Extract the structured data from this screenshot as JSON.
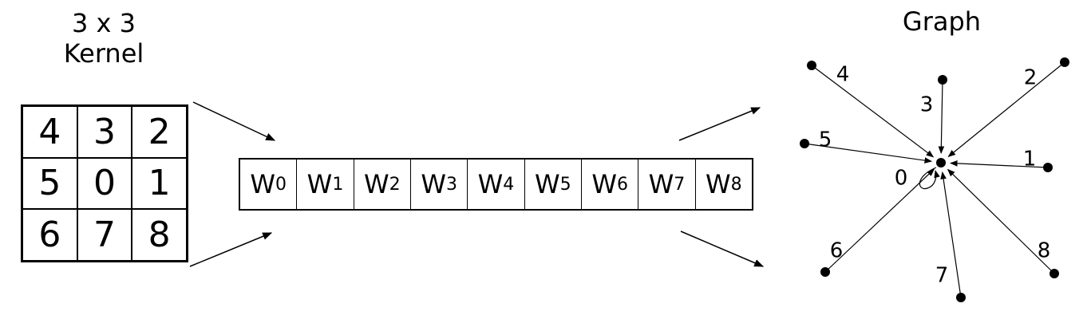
{
  "kernel": {
    "title_line1": "3 x 3",
    "title_line2": "Kernel",
    "cells": [
      "4",
      "3",
      "2",
      "5",
      "0",
      "1",
      "6",
      "7",
      "8"
    ]
  },
  "weights": {
    "prefix": "W",
    "indices": [
      "0",
      "1",
      "2",
      "3",
      "4",
      "5",
      "6",
      "7",
      "8"
    ]
  },
  "graph": {
    "title": "Graph",
    "center_label": "0",
    "neighbors": [
      "1",
      "2",
      "3",
      "4",
      "5",
      "6",
      "7",
      "8"
    ]
  }
}
